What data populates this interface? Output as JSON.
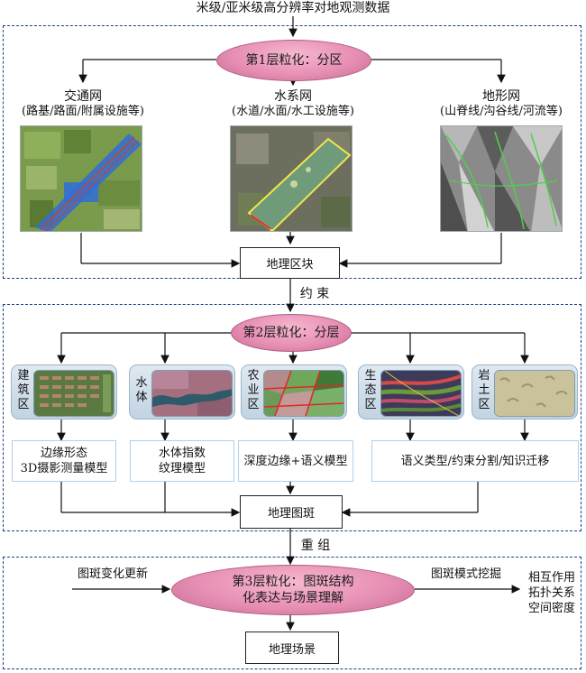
{
  "top_title": "米级/亚米级高分辨率对地观测数据",
  "layer1": {
    "title": "第1层粒化：分区",
    "nets": [
      {
        "name": "交通网",
        "desc": "(路基/路面/附属设施等)"
      },
      {
        "name": "水系网",
        "desc": "(水道/水面/水工设施等)"
      },
      {
        "name": "地形网",
        "desc": "(山脊线/沟谷线/河流等)"
      }
    ],
    "output": "地理区块"
  },
  "link1": "约 束",
  "layer2": {
    "title": "第2层粒化：分层",
    "regions": [
      "建筑区",
      "水体",
      "农业区",
      "生态区",
      "岩土区"
    ],
    "models": {
      "building_line1": "边缘形态",
      "building_line2": "3D摄影测量模型",
      "water_line1": "水体指数",
      "water_line2": "纹理模型",
      "farm": "深度边缘+语义模型",
      "eco_rock": "语义类型/约束分割/知识迁移"
    },
    "output": "地理图斑"
  },
  "link2": "重 组",
  "layer3": {
    "title_line1": "第3层粒化：图斑结构",
    "title_line2": "化表达与场景理解",
    "left_input": "图斑变化更新",
    "right_label": "图斑模式挖掘",
    "right_items": [
      "相互作用",
      "拓扑关系",
      "空间密度"
    ],
    "output": "地理场景"
  },
  "colors": {
    "panel_border": "#1d3f8f",
    "ellipse_fill": "#e78fb4",
    "model_box_border": "#aed2ec",
    "road_blue": "#2f6fd8",
    "water_outline": "#f1e64a",
    "terrain_outline": "#4fd04a"
  }
}
